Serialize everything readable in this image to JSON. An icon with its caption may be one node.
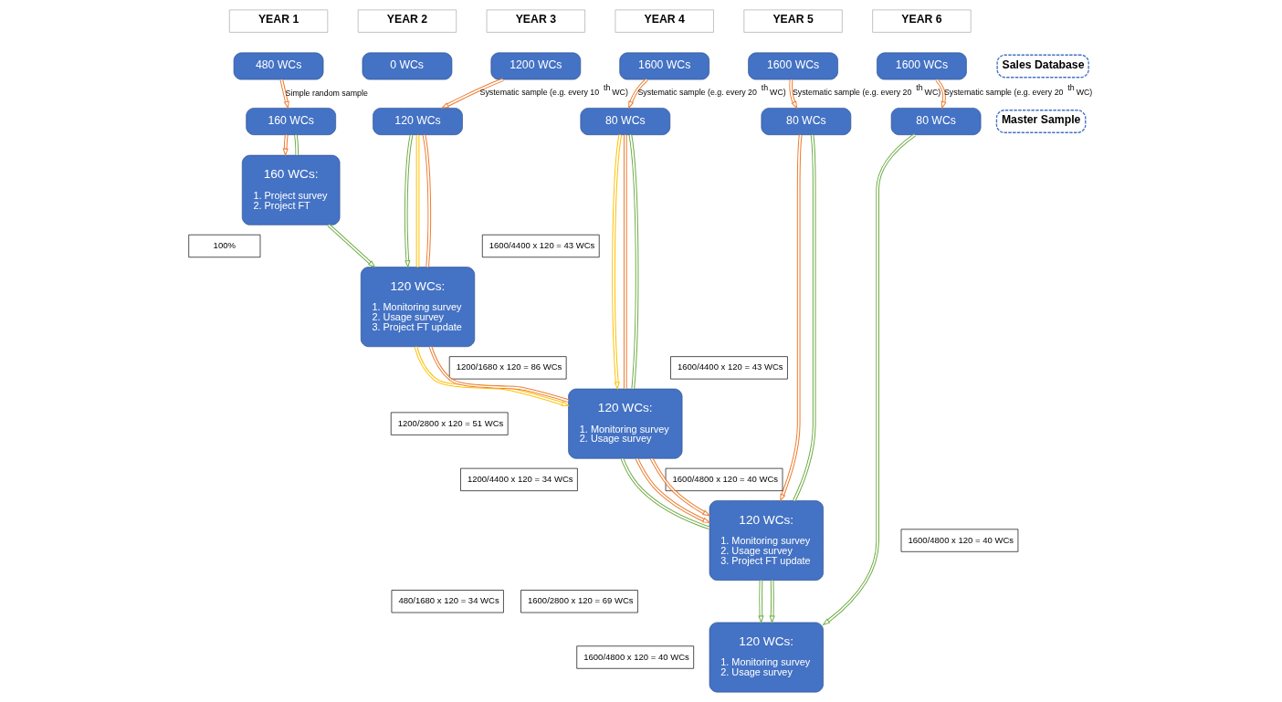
{
  "diagram": {
    "nodes": [
      {
        "text": [
          "YEAR 1"
        ]
      },
      {
        "text": [
          "YEAR 2"
        ]
      },
      {
        "text": [
          "YEAR 3"
        ]
      },
      {
        "text": [
          "YEAR 4"
        ]
      },
      {
        "text": [
          "YEAR 5"
        ]
      },
      {
        "text": [
          "YEAR 6"
        ]
      },
      {
        "text": [
          "Sales Database"
        ]
      },
      {
        "text": [
          "Master Sample"
        ]
      },
      {
        "text": [
          "480 WCs"
        ]
      },
      {
        "text": [
          "0 WCs"
        ]
      },
      {
        "text": [
          "1200 WCs"
        ]
      },
      {
        "text": [
          "1600 WCs"
        ]
      },
      {
        "text": [
          "1600 WCs"
        ]
      },
      {
        "text": [
          "1600 WCs"
        ]
      },
      {
        "text": [
          "160 WCs"
        ]
      },
      {
        "text": [
          "120 WCs"
        ]
      },
      {
        "text": [
          "80 WCs"
        ]
      },
      {
        "text": [
          "80 WCs"
        ]
      },
      {
        "text": [
          "80 WCs"
        ]
      },
      {
        "text": [
          "160 WCs:",
          "1. Project survey",
          "2. Project FT"
        ]
      },
      {
        "text": [
          "120 WCs:",
          "1. Monitoring survey",
          "2. Usage survey",
          "3. Project FT update"
        ]
      },
      {
        "text": [
          "120 WCs:",
          "1. Monitoring survey",
          "2. Usage survey"
        ]
      },
      {
        "text": [
          "120 WCs:",
          "1. Monitoring survey",
          "2. Usage survey",
          "3. Project FT update"
        ]
      },
      {
        "text": [
          "120 WCs:",
          "1. Monitoring survey",
          "2. Usage survey"
        ]
      },
      {
        "text": [
          "100%"
        ]
      },
      {
        "text": [
          "1200/1680 x 120 = 86 WCs"
        ]
      },
      {
        "text": [
          "1200/4400 x 120 = 34 WCs"
        ]
      },
      {
        "text": [
          "1600/2800 x 120 = 69 WCs"
        ]
      },
      {
        "text": [
          "1600/4400 x 120 = 43 WCs"
        ]
      },
      {
        "text": [
          "1600/4400 x 120 = 43 WCs"
        ]
      },
      {
        "text": [
          "1600/4800 x 120 = 40 WCs"
        ]
      },
      {
        "text": [
          "1600/4800 x 120 = 40 WCs"
        ]
      },
      {
        "text": [
          "480/1680 x 120 = 34 WCs"
        ]
      },
      {
        "text": [
          "1200/2800 x 120 = 51 WCs"
        ]
      },
      {
        "text": [
          "1600/4800 x 120 = 40 WCs"
        ]
      }
    ],
    "edges": [
      {
        "from": 8,
        "to": 14,
        "arrow": "to",
        "label": "Simple random sample"
      },
      {
        "from": 10,
        "to": 15,
        "arrow": "to",
        "label": "Systematic sample (e.g. every 10$^{th}$ WC)"
      },
      {
        "from": 11,
        "to": 16,
        "arrow": "to",
        "label": "Systematic sample (e.g. every 20$^{th}$ WC)"
      },
      {
        "from": 12,
        "to": 17,
        "arrow": "to",
        "label": "Systematic sample (e.g. every 20$^{th}$ WC)"
      },
      {
        "from": 13,
        "to": 18,
        "arrow": "to",
        "label": "Systematic sample (e.g. every 20$^{th}$ WC)"
      },
      {
        "from": 14,
        "to": 19,
        "arrow": "to"
      },
      {
        "from": 14,
        "to": 19,
        "arrow": "none",
        "color": "#70ad47"
      },
      {
        "from": 19,
        "to": 20,
        "arrow": "to",
        "color": "#70ad47"
      },
      {
        "from": 15,
        "to": 20,
        "arrow": "to",
        "color": "#70ad47"
      },
      {
        "from": 15,
        "to": 20,
        "arrow": "none",
        "color": "#ffc000"
      },
      {
        "from": 15,
        "to": 20,
        "arrow": "none"
      },
      {
        "from": 20,
        "to": 21,
        "arrow": "to",
        "color": "#ffc000"
      },
      {
        "from": 20,
        "to": 21,
        "arrow": "none"
      },
      {
        "from": 16,
        "to": 21,
        "arrow": "to",
        "color": "#ffc000"
      },
      {
        "from": 16,
        "to": 21,
        "arrow": "none"
      },
      {
        "from": 16,
        "to": 21,
        "arrow": "none",
        "color": "#70ad47"
      },
      {
        "from": 21,
        "to": 22,
        "arrow": "none",
        "color": "#70ad47"
      },
      {
        "from": 21,
        "to": 22,
        "arrow": "to"
      },
      {
        "from": 21,
        "to": 22,
        "arrow": "to"
      },
      {
        "from": 17,
        "to": 22,
        "arrow": "to"
      },
      {
        "from": 17,
        "to": 22,
        "arrow": "none",
        "color": "#70ad47"
      },
      {
        "from": 22,
        "to": 23,
        "arrow": "to",
        "color": "#70ad47"
      },
      {
        "from": 22,
        "to": 23,
        "arrow": "to",
        "color": "#70ad47"
      },
      {
        "from": 18,
        "to": 23,
        "arrow": "to",
        "color": "#70ad47"
      }
    ]
  }
}
